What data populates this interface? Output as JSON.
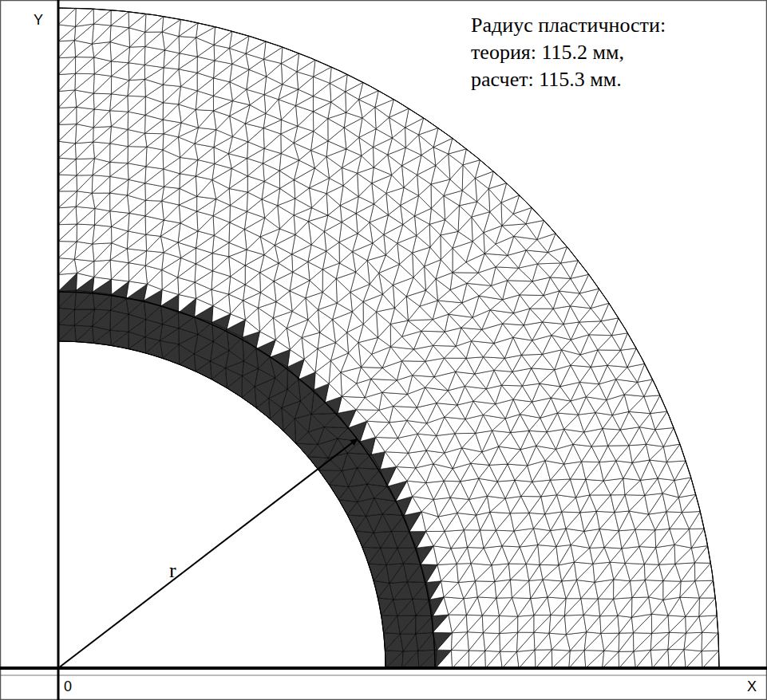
{
  "diagram": {
    "labels": [
      "Радиус пластичности:",
      "теория: 115.2 мм,",
      "расчет: 115.3 мм.",
      "Y",
      "X",
      "0",
      "r"
    ]
  }
}
